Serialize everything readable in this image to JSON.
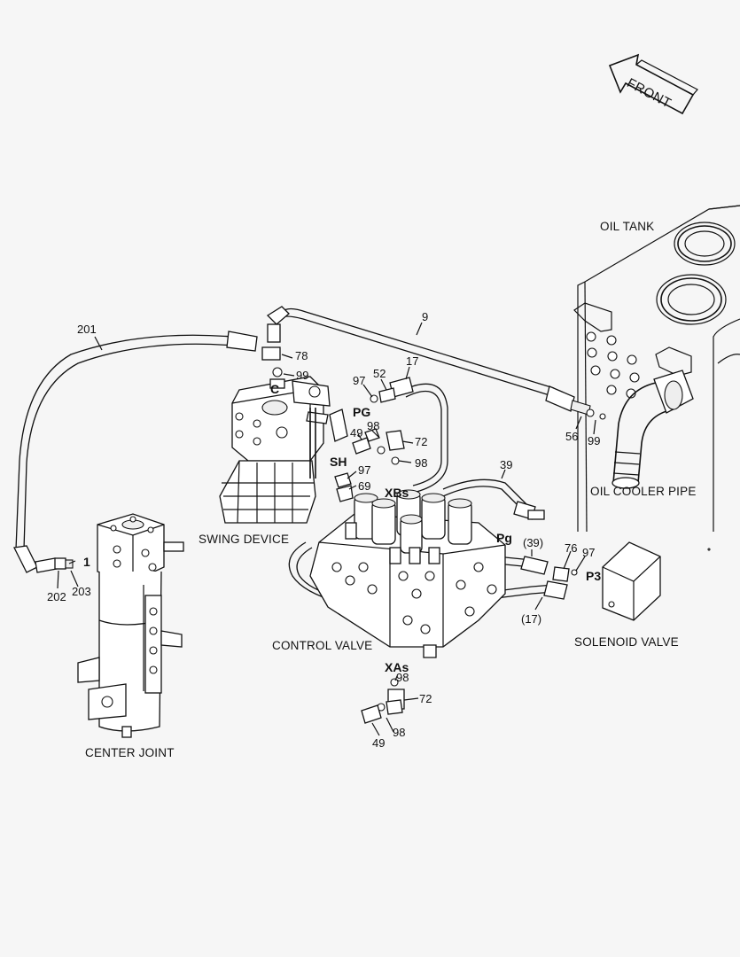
{
  "direction_label": "FRONT",
  "components": {
    "oil_tank": "OIL TANK",
    "oil_cooler_pipe": "OIL COOLER PIPE",
    "swing_device": "SWING DEVICE",
    "control_valve": "CONTROL VALVE",
    "solenoid_valve": "SOLENOID VALVE",
    "center_joint": "CENTER JOINT"
  },
  "ports": {
    "c": "C",
    "pg_upper": "PG",
    "sh": "SH",
    "xbs": "XBs",
    "pg_lower": "Pg",
    "p3": "P3",
    "xas": "XAs"
  },
  "callouts": {
    "n201": "201",
    "n9": "9",
    "n78": "78",
    "n99_top": "99",
    "n97_a": "97",
    "n52": "52",
    "n17": "17",
    "n98_a": "98",
    "n72_a": "72",
    "n49_a": "49",
    "n98_b": "98",
    "n97_b": "97",
    "n69": "69",
    "n39": "39",
    "n56": "56",
    "n99_right": "99",
    "n39_paren": "(39)",
    "n76": "76",
    "n97_c": "97",
    "n17_paren": "(17)",
    "n1": "1",
    "n202": "202",
    "n203": "203",
    "n98_c": "98",
    "n72_b": "72",
    "n98_d": "98",
    "n49_b": "49"
  },
  "colors": {
    "line": "#111111",
    "paper": "#f6f6f6"
  }
}
